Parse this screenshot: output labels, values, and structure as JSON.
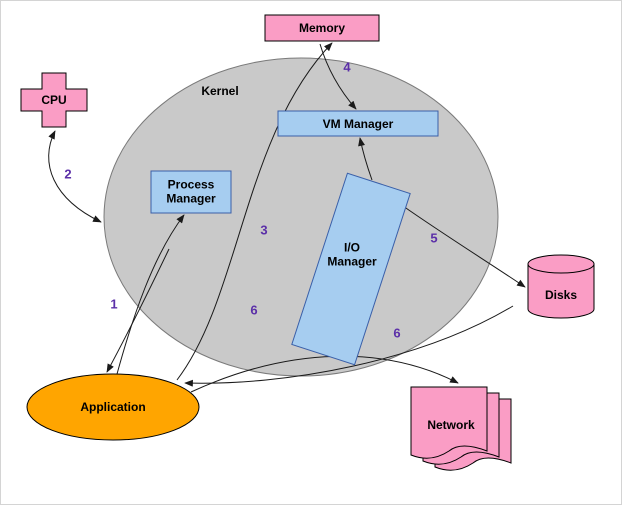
{
  "diagram": {
    "nodes": {
      "memory": {
        "label": "Memory"
      },
      "cpu": {
        "label": "CPU"
      },
      "kernel": {
        "label": "Kernel"
      },
      "vm_manager": {
        "label": "VM Manager"
      },
      "process_manager": {
        "line1": "Process",
        "line2": "Manager"
      },
      "io_manager": {
        "line1": "I/O",
        "line2": "Manager"
      },
      "disks": {
        "label": "Disks"
      },
      "application": {
        "label": "Application"
      },
      "network": {
        "label": "Network"
      }
    },
    "step_numbers": {
      "n1": "1",
      "n2": "2",
      "n3": "3",
      "n4": "4",
      "n5": "5",
      "n6a": "6",
      "n6b": "6"
    },
    "colors": {
      "pink": "#fa9dc5",
      "kernel_gray": "#c9c9c9",
      "manager_blue": "#a6cdf0",
      "application_orange": "#ffa500",
      "number_purple": "#5b2fa8",
      "line_black": "#1a1a1a"
    }
  }
}
